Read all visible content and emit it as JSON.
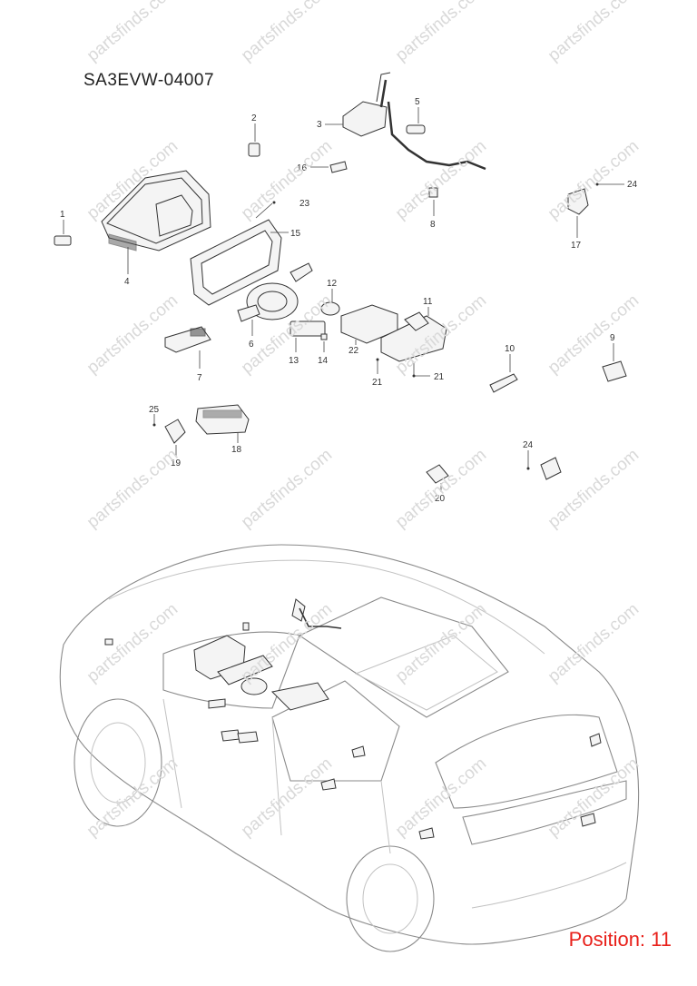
{
  "diagram": {
    "code": "SA3EVW-04007",
    "position_label": "Position: 11",
    "watermark": "partsfinds.com",
    "callouts": [
      "1",
      "2",
      "3",
      "4",
      "5",
      "6",
      "7",
      "8",
      "9",
      "10",
      "11",
      "12",
      "13",
      "14",
      "15",
      "16",
      "17",
      "18",
      "19",
      "20",
      "21",
      "21",
      "22",
      "23",
      "24",
      "24",
      "25"
    ]
  }
}
